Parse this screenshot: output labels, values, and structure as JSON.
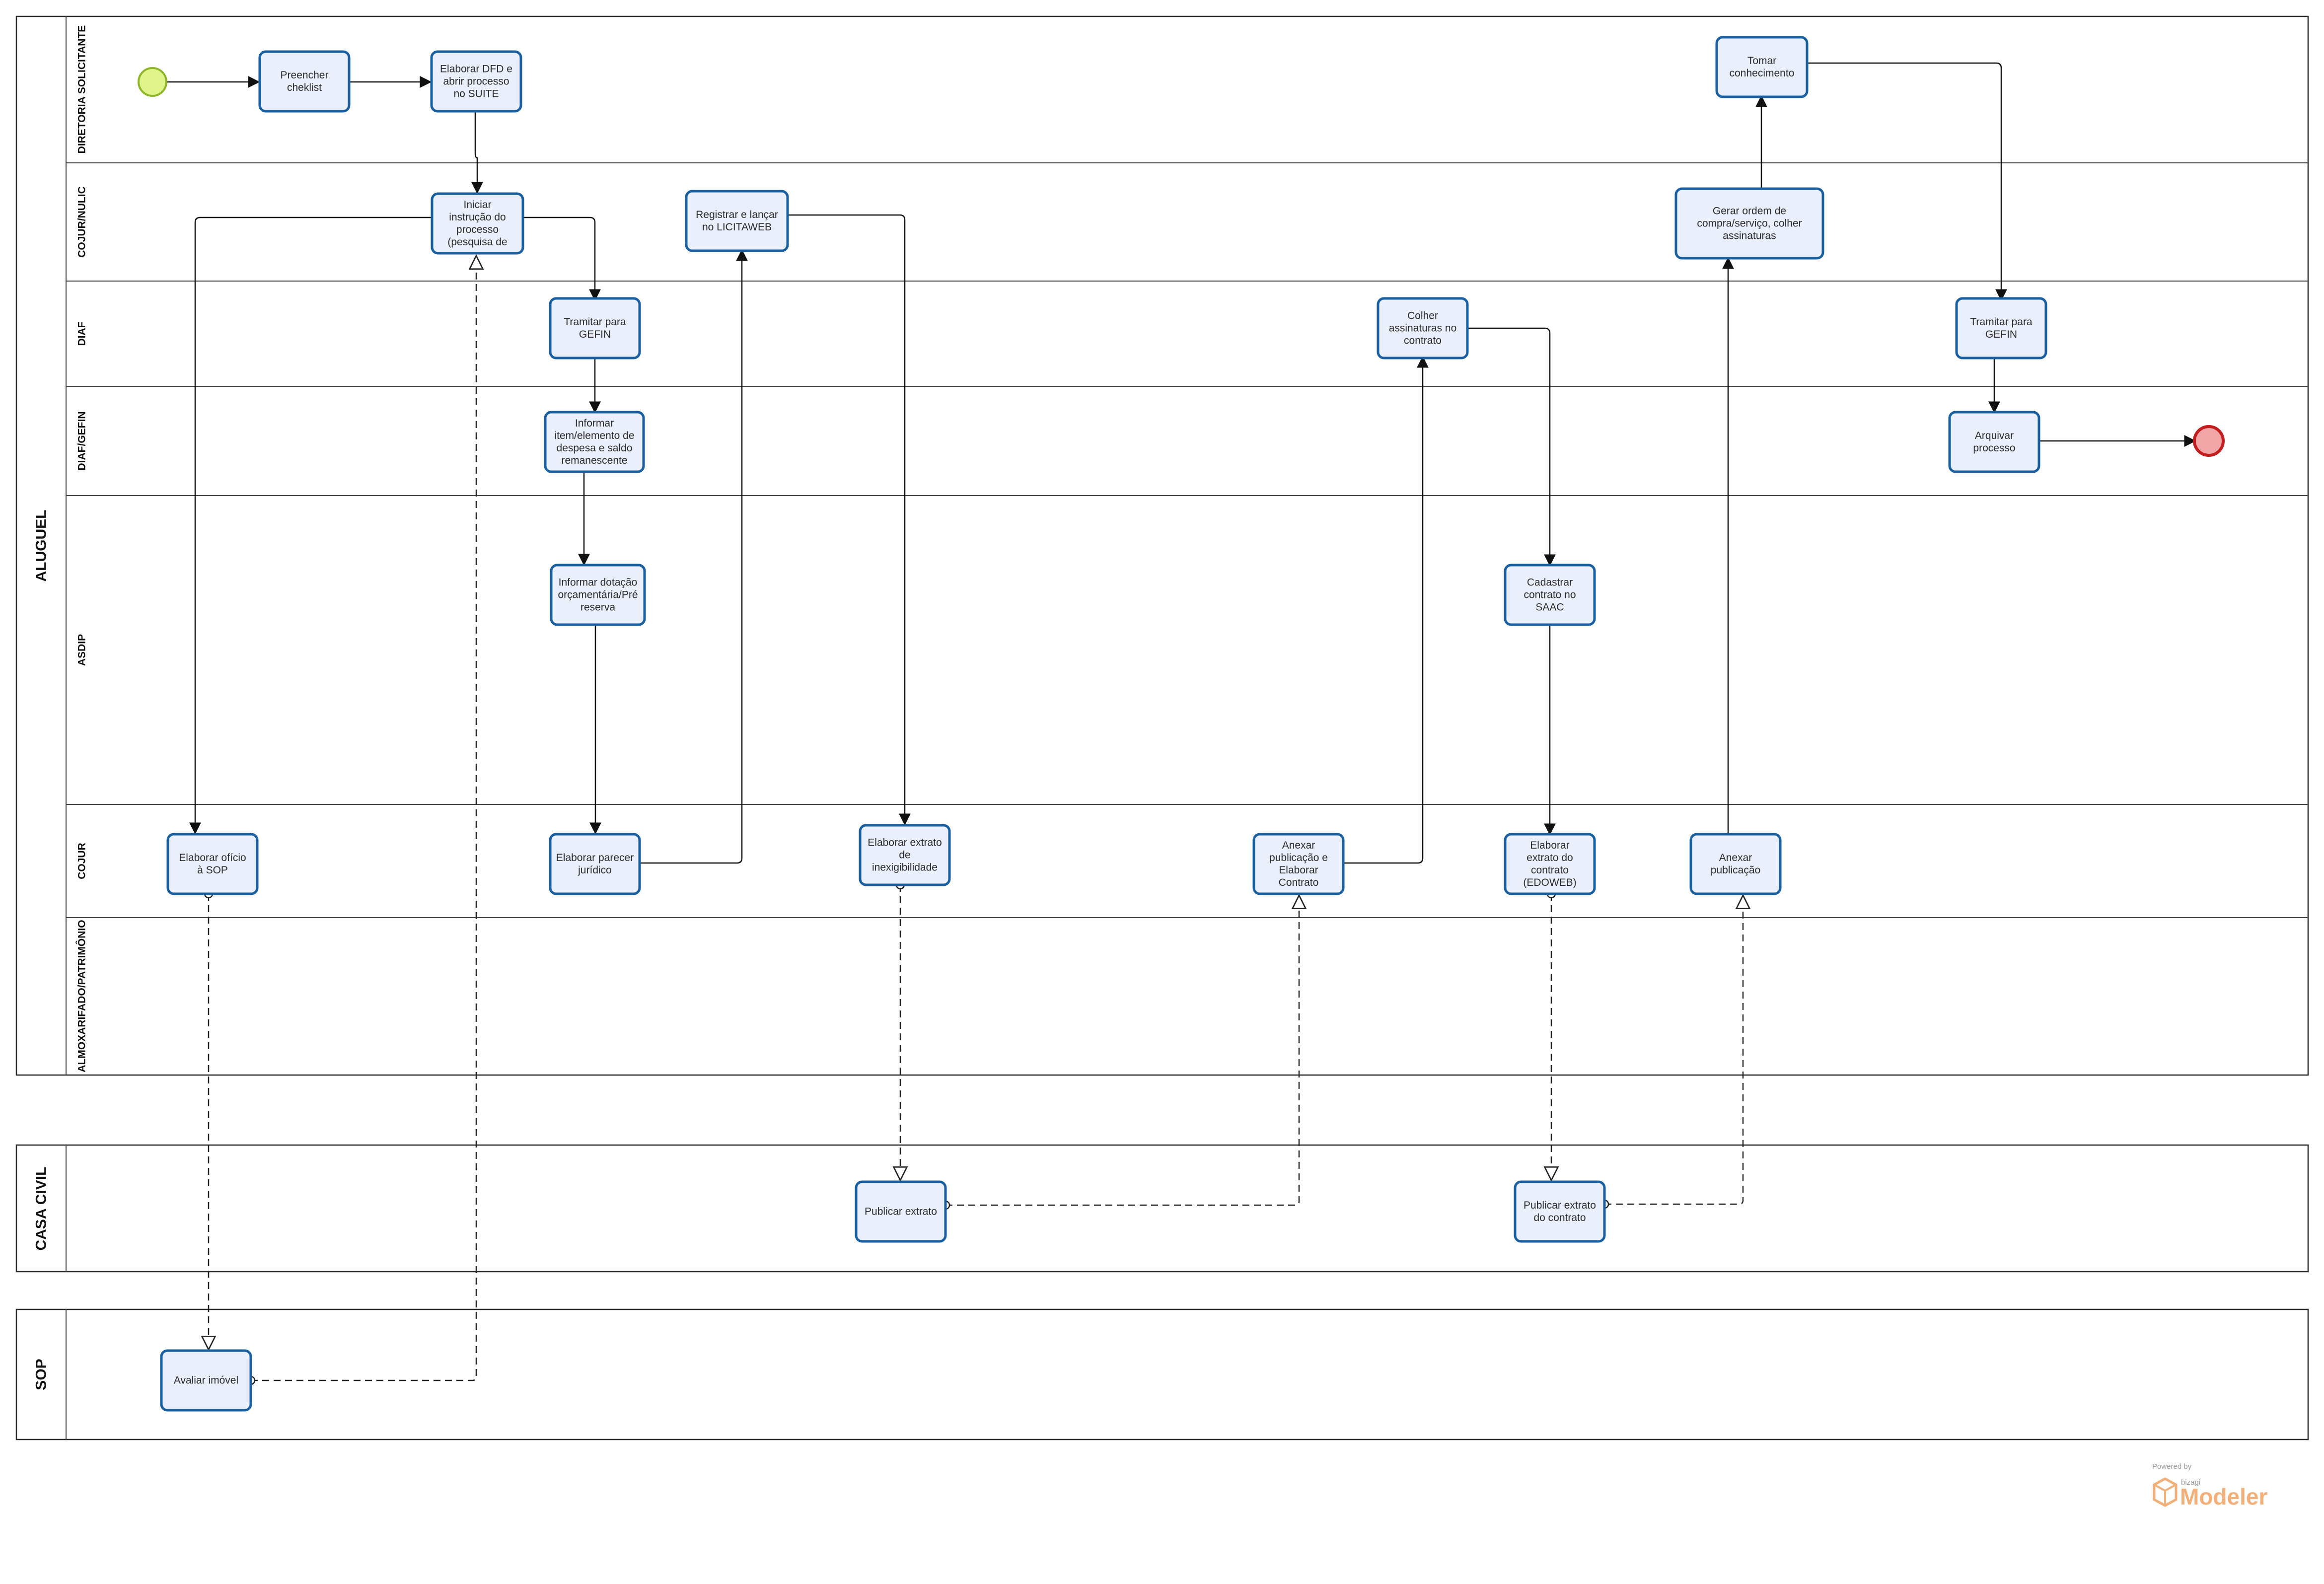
{
  "pools": {
    "main": {
      "label": "ALUGUEL"
    },
    "casa_civil": {
      "label": "CASA CIVIL"
    },
    "sop": {
      "label": "SOP"
    }
  },
  "lanes": {
    "diretoria": "DIRETORIA SOLICITANTE",
    "cojur_nulic": "COJUR/NULIC",
    "diaf": "DIAF",
    "diaf_gefin": "DIAF/GEFIN",
    "asdip": "ASDIP",
    "cojur": "COJUR",
    "almox": "ALMOXARIFADO/PATRIMÔNIO"
  },
  "tasks": {
    "preencher": [
      "Preencher",
      "cheklist"
    ],
    "elaborar_dfd": [
      "Elaborar DFD e",
      "abrir processo",
      "no SUITE"
    ],
    "tomar": [
      "Tomar",
      "conhecimento"
    ],
    "iniciar": [
      "Iniciar",
      "instrução do",
      "processo",
      "(pesquisa de"
    ],
    "registrar": [
      "Registrar e lançar",
      "no LICITAWEB"
    ],
    "gerar_ordem": [
      "Gerar ordem de",
      "compra/serviço, colher",
      "assinaturas"
    ],
    "tramitar1": [
      "Tramitar para",
      "GEFIN"
    ],
    "colher": [
      "Colher",
      "assinaturas no",
      "contrato"
    ],
    "tramitar2": [
      "Tramitar para",
      "GEFIN"
    ],
    "informar_item": [
      "Informar",
      "item/elemento de",
      "despesa e saldo",
      "remanescente"
    ],
    "arquivar": [
      "Arquivar",
      "processo"
    ],
    "informar_dotacao": [
      "Informar dotação",
      "orçamentária/Pré",
      "reserva"
    ],
    "cadastrar": [
      "Cadastrar",
      "contrato no",
      "SAAC"
    ],
    "oficio": [
      "Elaborar ofício",
      "à SOP"
    ],
    "parecer": [
      "Elaborar parecer",
      "jurídico"
    ],
    "extrato_inex": [
      "Elaborar extrato",
      "de",
      "inexigibilidade"
    ],
    "anexar_contrato": [
      "Anexar",
      "publicação e",
      "Elaborar",
      "Contrato"
    ],
    "extrato_contrato": [
      "Elaborar",
      "extrato do",
      "contrato",
      "(EDOWEB)"
    ],
    "anexar_pub": [
      "Anexar",
      "publicação"
    ],
    "publicar_extrato": [
      "Publicar extrato"
    ],
    "publicar_contrato": [
      "Publicar extrato",
      "do contrato"
    ],
    "avaliar": [
      "Avaliar imóvel"
    ]
  },
  "colors": {
    "start_fill": "#dff58a",
    "start_stroke": "#8fb62a",
    "end_fill": "#f2a5a5",
    "end_stroke": "#c21e1e"
  },
  "watermark": {
    "powered": "Powered by",
    "brand_small": "bizagi",
    "brand": "Modeler"
  }
}
